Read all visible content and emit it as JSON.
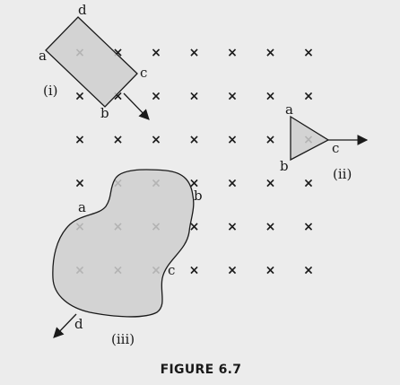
{
  "figure": {
    "caption": "FIGURE 6.7",
    "caption_color": "#2f8fc9",
    "field_color": "#2aa7dc",
    "field_symbol": "×",
    "field_grid": {
      "rows": 6,
      "cols": 7
    }
  },
  "loops": {
    "rectangle": {
      "id_label": "(i)",
      "vertices": [
        "a",
        "b",
        "c",
        "d"
      ]
    },
    "triangle": {
      "id_label": "(ii)",
      "vertices": [
        "a",
        "b",
        "c"
      ]
    },
    "irregular": {
      "id_label": "(iii)",
      "vertices": [
        "a",
        "b",
        "c",
        "d"
      ]
    }
  },
  "colors": {
    "background": "#ececec",
    "loop_fill": "#cfcfcf",
    "loop_stroke": "#1a1a1a"
  }
}
